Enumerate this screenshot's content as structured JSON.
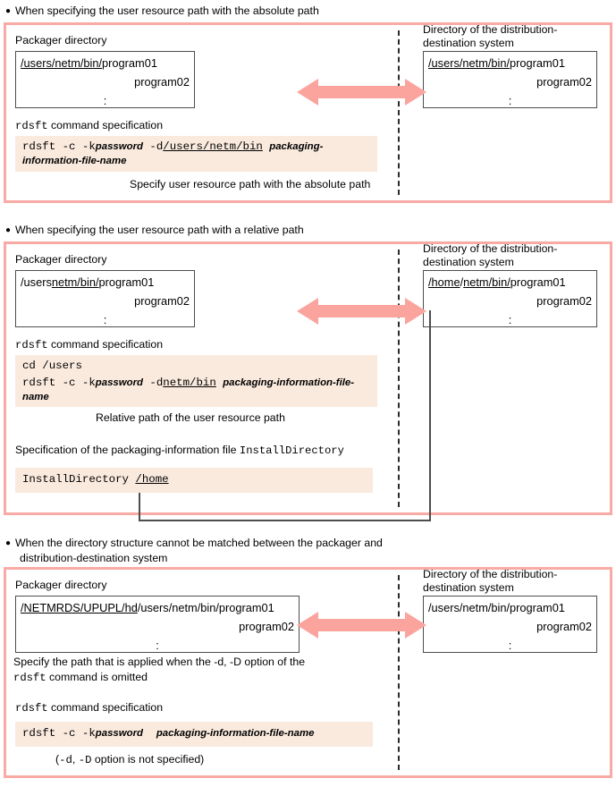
{
  "colors": {
    "panel_border": "#f9aaa5",
    "arrow": "#fba49e",
    "cmd_bg": "#faeade",
    "box_border": "#4d4d4d",
    "divider": "#2b2b2b",
    "text": "#000000"
  },
  "sections": [
    {
      "id": "absolute-path",
      "heading_line1": "When specifying the user resource path with the absolute path",
      "heading_line2": "",
      "bullet": "●",
      "left_box_label": "Packager directory",
      "right_box_label_line1": "Directory of the distribution-",
      "right_box_label_line2": "destination system",
      "left_box": {
        "line1_underlined": "/users/netm/bin/",
        "line1_plain": "program01",
        "line2": "program02",
        "line3": ":"
      },
      "right_box": {
        "line1_underlined": "/users/netm/bin/",
        "line1_plain": "program01",
        "line2": "program02",
        "line3": ":"
      },
      "cmd_spec_label_mono": "rdsft",
      "cmd_spec_label_rest": " command specification",
      "cmd_lines": [
        {
          "parts": [
            {
              "t": "rdsft -c -k",
              "s": "mono"
            },
            {
              "t": "password",
              "s": "ital"
            },
            {
              "t": " ",
              "s": "mono"
            },
            {
              "t": "-d",
              "s": "mono"
            },
            {
              "t": "/users/netm/bin",
              "s": "mono-underline"
            },
            {
              "t": " ",
              "s": "mono"
            },
            {
              "t": "packaging-",
              "s": "ital"
            }
          ]
        },
        {
          "parts": [
            {
              "t": "information-file-name",
              "s": "ital"
            }
          ]
        }
      ],
      "caption": "Specify user resource path with the absolute path",
      "arrow_type": "double"
    },
    {
      "id": "relative-path",
      "heading_line1": "When specifying the user resource path with a relative path",
      "heading_line2": "",
      "bullet": "●",
      "left_box_label": "Packager directory",
      "right_box_label_line1": "Directory of the distribution-",
      "right_box_label_line2": "destination system",
      "left_box": {
        "line1_prefix": "/users",
        "line1_underlined": "netm/bin/",
        "line1_plain": "program01",
        "line2": "program02",
        "line3": ":"
      },
      "right_box": {
        "line1_underlined_a": "/home",
        "line1_underlined_b": "netm/bin/",
        "line1_plain": "program01",
        "line2": "program02",
        "line3": ":"
      },
      "cmd_spec_label_mono": "rdsft",
      "cmd_spec_label_rest": " command specification",
      "cmd_lines": [
        {
          "parts": [
            {
              "t": "cd /users",
              "s": "mono"
            }
          ]
        },
        {
          "parts": [
            {
              "t": "rdsft -c -k",
              "s": "mono"
            },
            {
              "t": "password",
              "s": "ital"
            },
            {
              "t": " ",
              "s": "mono"
            },
            {
              "t": "-d",
              "s": "mono"
            },
            {
              "t": "netm/bin",
              "s": "mono-underline"
            },
            {
              "t": " ",
              "s": "mono"
            },
            {
              "t": "packaging-information-file-",
              "s": "ital"
            }
          ]
        },
        {
          "parts": [
            {
              "t": "name",
              "s": "ital"
            }
          ]
        }
      ],
      "caption": "Relative path of the user resource path",
      "install_label_pre": "Specification of the packaging-information file ",
      "install_label_mono": "InstallDirectory",
      "install_cmd": [
        {
          "t": "InstallDirectory ",
          "s": "mono"
        },
        {
          "t": "/home",
          "s": "mono-underline"
        }
      ],
      "arrow_type": "double"
    },
    {
      "id": "unmatched-structure",
      "heading_line1": "When the directory structure cannot be matched between the packager and",
      "heading_line2": "distribution-destination system",
      "bullet": "●",
      "left_box_label": "Packager directory",
      "right_box_label_line1": "Directory of the distribution-",
      "right_box_label_line2": "destination system",
      "left_box": {
        "line1_underlined": "/NETMRDS/UPUPL/hd",
        "line1_plain": "/users/netm/bin/program01",
        "line2": "program02",
        "line3": ":"
      },
      "right_box": {
        "line1_plain": "/users/netm/bin/program01",
        "line2": "program02",
        "line3": ":"
      },
      "note_line1": "Specify the path that is applied when the -d, -D option of the",
      "note_line2_mono": "rdsft",
      "note_line2_rest": " command is omitted",
      "cmd_spec_label_mono": "rdsft",
      "cmd_spec_label_rest": " command specification",
      "cmd_lines": [
        {
          "parts": [
            {
              "t": "rdsft -c -k",
              "s": "mono"
            },
            {
              "t": "password",
              "s": "ital"
            },
            {
              "t": "  ",
              "s": "mono"
            },
            {
              "t": "packaging-information-file-name",
              "s": "ital"
            }
          ]
        }
      ],
      "caption_pre": "(",
      "caption_mono_a": "-d",
      "caption_mid": ", ",
      "caption_mono_b": "-D",
      "caption_post": " option is not specified)",
      "arrow_type": "double"
    }
  ]
}
